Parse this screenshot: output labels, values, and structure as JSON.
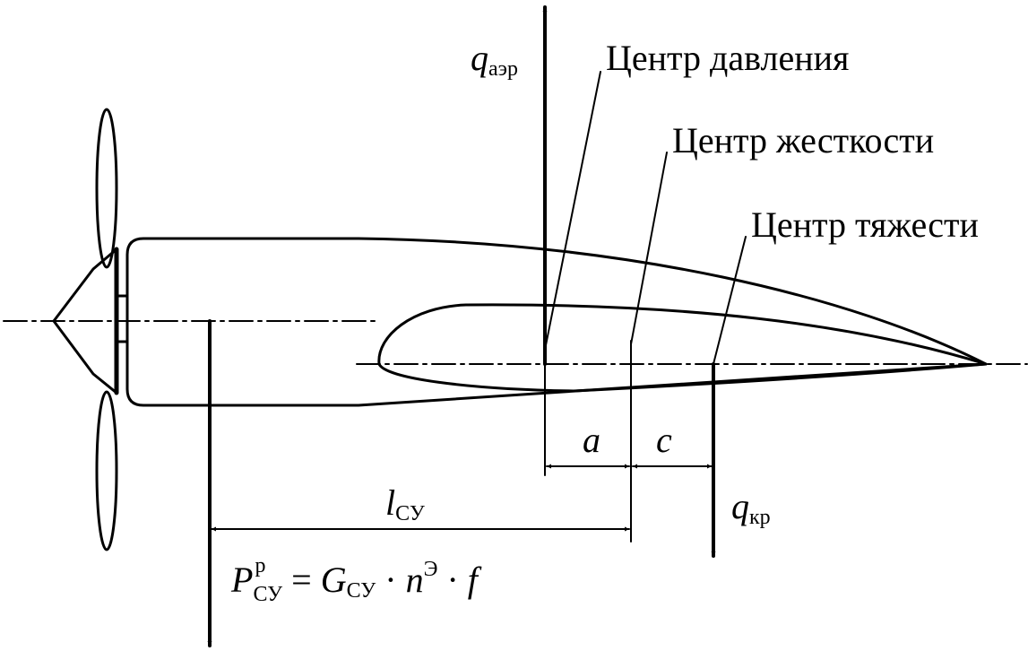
{
  "labels": {
    "center_pressure": "Центр давления",
    "center_stiffness": "Центр жесткости",
    "center_gravity": "Центр тяжести"
  },
  "symbols": {
    "q_aer": {
      "base": "q",
      "sub": "аэр"
    },
    "q_kr": {
      "base": "q",
      "sub": "кр"
    },
    "a": "a",
    "c": "c",
    "l_su": {
      "base": "l",
      "sub": "СУ"
    },
    "formula": {
      "P": "P",
      "P_sup": "р",
      "P_sub": "СУ",
      "eq": " = ",
      "G": "G",
      "G_sub": "СУ",
      "dot1": " · ",
      "n": "n",
      "n_sup": "Э",
      "dot2": " · ",
      "f": "f"
    }
  },
  "colors": {
    "stroke": "#000000",
    "background": "#ffffff"
  }
}
